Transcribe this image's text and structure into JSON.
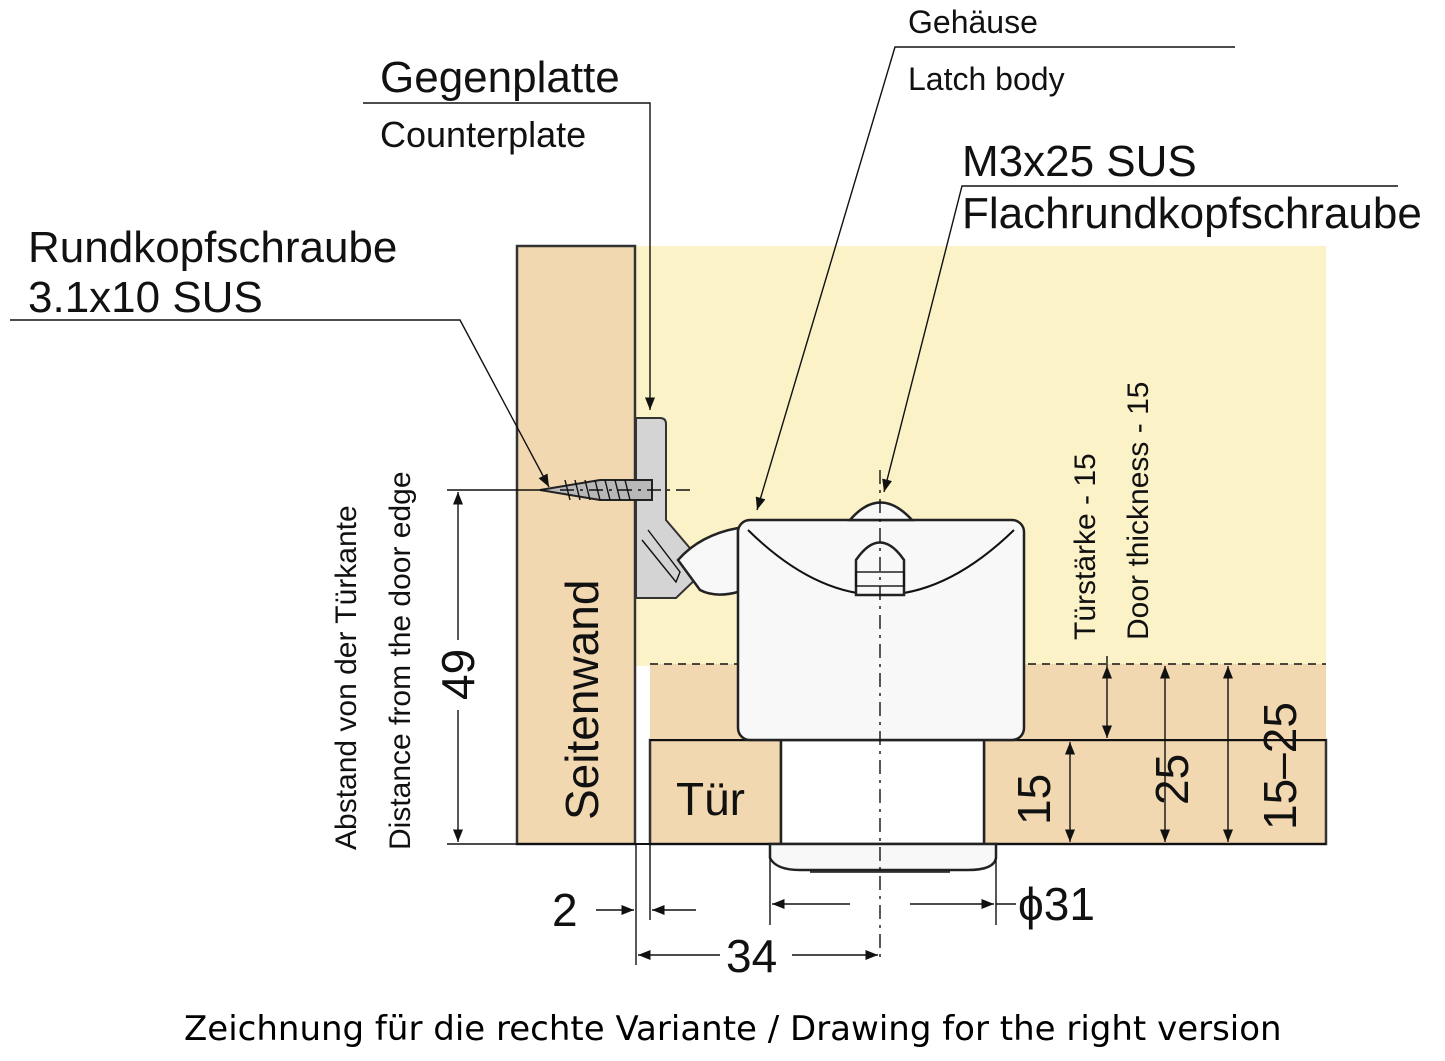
{
  "labels": {
    "housing_de": "Gehäuse",
    "housing_en": "Latch body",
    "counterplate_de": "Gegenplatte",
    "counterplate_en": "Counterplate",
    "screw2_line1": "M3x25 SUS",
    "screw2_line2": "Flachrundkopfschraube",
    "screw1_line1": "Rundkopfschraube",
    "screw1_line2": "3.1x10 SUS",
    "side_wall": "Seitenwand",
    "door": "Tür",
    "distance_de": "Abstand von der Türkante",
    "distance_en": "Distance from the door edge",
    "thickness_de": "Türstärke - 15",
    "thickness_en": "Door thickness - 15"
  },
  "dimensions": {
    "d49": "49",
    "d2": "2",
    "d34": "34",
    "d31": "ϕ31",
    "d15": "15",
    "d25": "25",
    "d15_25": "15–25"
  },
  "caption": "Zeichnung für die rechte Variante / Drawing for the right version",
  "colors": {
    "wood": "#f2d8b0",
    "cabinet_interior": "#fbf2c8",
    "counterplate": "#d4d4d4",
    "latch_body": "#f8f8f8"
  }
}
